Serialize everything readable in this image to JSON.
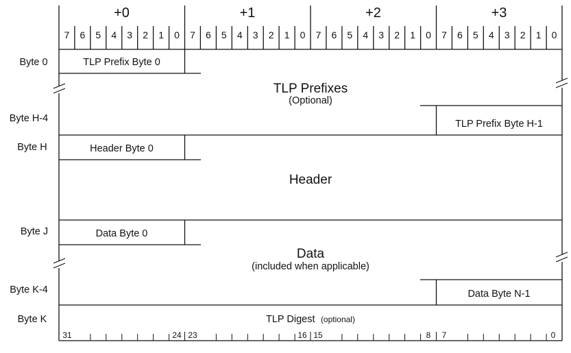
{
  "byte_offsets": [
    "+0",
    "+1",
    "+2",
    "+3"
  ],
  "bit_numbers": [
    "7",
    "6",
    "5",
    "4",
    "3",
    "2",
    "1",
    "0"
  ],
  "row_labels": {
    "byte_0": "Byte 0",
    "byte_h_4": "Byte H-4",
    "byte_h": "Byte H",
    "byte_j": "Byte J",
    "byte_k_4": "Byte K-4",
    "byte_k": "Byte K"
  },
  "cells": {
    "tlp_prefix_byte_0": "TLP Prefix Byte 0",
    "tlp_prefix_byte_h_1": "TLP Prefix Byte H-1",
    "header_byte_0": "Header Byte 0",
    "data_byte_0": "Data Byte 0",
    "data_byte_n_1": "Data Byte N-1"
  },
  "sections": {
    "tlp_prefixes": {
      "title": "TLP Prefixes",
      "subtitle": "(Optional)"
    },
    "header": {
      "title": "Header"
    },
    "data": {
      "title": "Data",
      "subtitle": "(included when applicable)"
    },
    "tlp_digest": {
      "title": "TLP Digest",
      "subtitle": "(optional)"
    }
  },
  "bottom_bit_labels": [
    "31",
    "24",
    "23",
    "16",
    "15",
    "8",
    "7",
    "0"
  ]
}
